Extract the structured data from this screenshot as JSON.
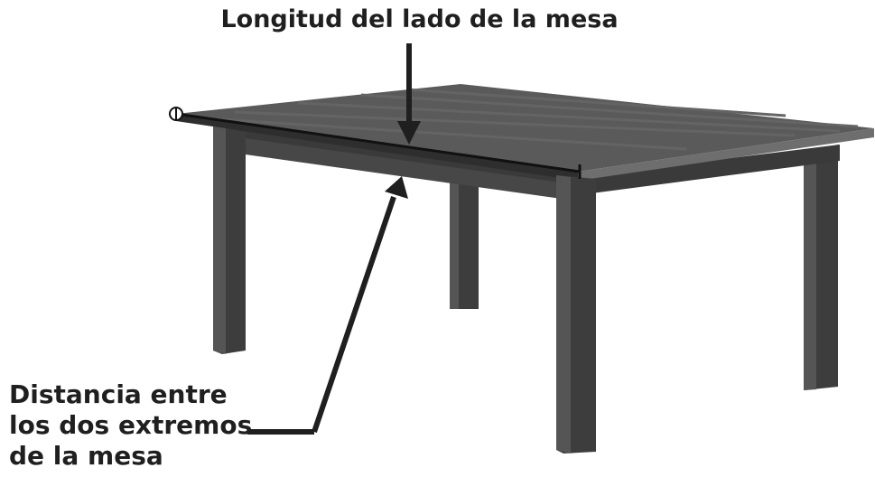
{
  "labels": {
    "top": "Longitud del lado de la mesa",
    "bottom": [
      "Distancia entre",
      "los dos extremos",
      "de la mesa"
    ]
  },
  "colors": {
    "table_top": "#5a5a5a",
    "table_edge": "#6e6e6e",
    "apron_front": "#474747",
    "leg": "#3d3d3d",
    "leg_light": "#555555",
    "measure_line": "#111111",
    "arrow": "#1f1f1f",
    "text": "#1f1f1f"
  }
}
